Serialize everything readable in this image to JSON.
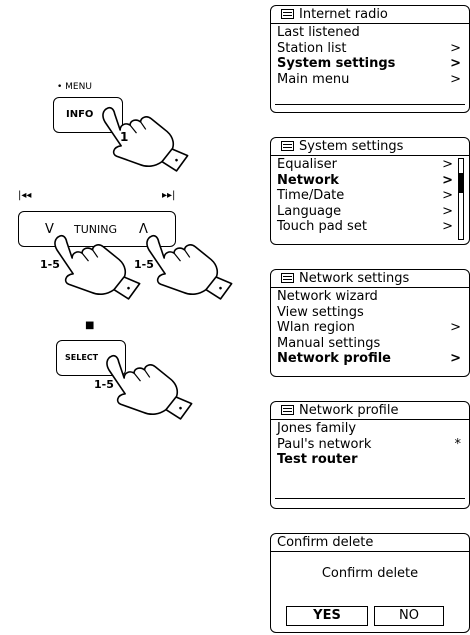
{
  "controls": {
    "info": {
      "top_label": "• MENU",
      "label": "INFO",
      "step": "1"
    },
    "tuning": {
      "prev_icon": "|◂◂",
      "next_icon": "▸▸|",
      "down": "V",
      "label": "TUNING",
      "up": "Λ",
      "step_left": "1-5",
      "step_right": "1-5"
    },
    "select": {
      "top_icon": "■",
      "label": "SELECT",
      "step": "1-5"
    }
  },
  "screens": [
    {
      "title": "Internet radio",
      "items": [
        {
          "label": "Last listened",
          "arrow": "",
          "bold": false
        },
        {
          "label": "Station list",
          "arrow": ">",
          "bold": false
        },
        {
          "label": "System settings",
          "arrow": ">",
          "bold": true
        },
        {
          "label": "Main menu",
          "arrow": ">",
          "bold": false
        }
      ]
    },
    {
      "title": "System settings",
      "items": [
        {
          "label": "Equaliser",
          "arrow": ">",
          "bold": false
        },
        {
          "label": "Network",
          "arrow": ">",
          "bold": true
        },
        {
          "label": "Time/Date",
          "arrow": ">",
          "bold": false
        },
        {
          "label": "Language",
          "arrow": ">",
          "bold": false
        },
        {
          "label": "Touch pad set",
          "arrow": ">",
          "bold": false
        }
      ]
    },
    {
      "title": "Network settings",
      "items": [
        {
          "label": "Network wizard",
          "arrow": "",
          "bold": false
        },
        {
          "label": "View settings",
          "arrow": "",
          "bold": false
        },
        {
          "label": "Wlan region",
          "arrow": ">",
          "bold": false
        },
        {
          "label": "Manual settings",
          "arrow": "",
          "bold": false
        },
        {
          "label": "Network profile",
          "arrow": ">",
          "bold": true
        }
      ]
    },
    {
      "title": "Network profile",
      "items": [
        {
          "label": "Jones family",
          "arrow": "",
          "bold": false
        },
        {
          "label": "Paul's network",
          "arrow": "*",
          "bold": false
        },
        {
          "label": "Test router",
          "arrow": "",
          "bold": true
        }
      ]
    }
  ],
  "confirm": {
    "title": "Confirm delete",
    "message": "Confirm delete",
    "yes": "YES",
    "no": "NO"
  }
}
